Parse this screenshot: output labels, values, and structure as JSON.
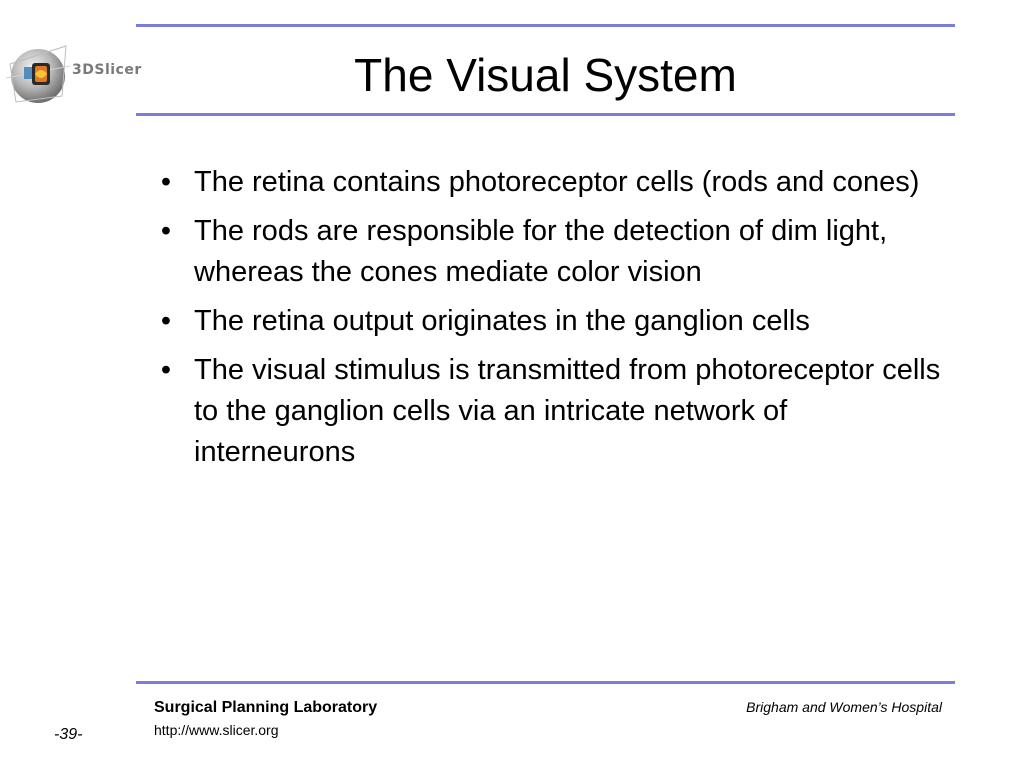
{
  "logo": {
    "text": "3DSlicer",
    "icon": "slicer-logo-icon"
  },
  "slide": {
    "title": "The Visual System",
    "bullets": [
      "The retina contains photoreceptor cells (rods and cones)",
      "The rods are responsible for the detection of dim light, whereas the cones mediate color vision",
      "The retina output originates in the ganglion cells",
      "The visual stimulus is transmitted from photoreceptor cells to the ganglion cells via an intricate network of interneurons"
    ],
    "bullet_glyph": "•"
  },
  "footer": {
    "lab": "Surgical Planning Laboratory",
    "url": "http://www.slicer.org",
    "hospital": "Brigham and Women’s Hospital",
    "page_number": "-39-"
  },
  "colors": {
    "rule": "#7b7bdc",
    "text": "#000000",
    "logo_text": "#7a7a7a",
    "background": "#ffffff"
  }
}
